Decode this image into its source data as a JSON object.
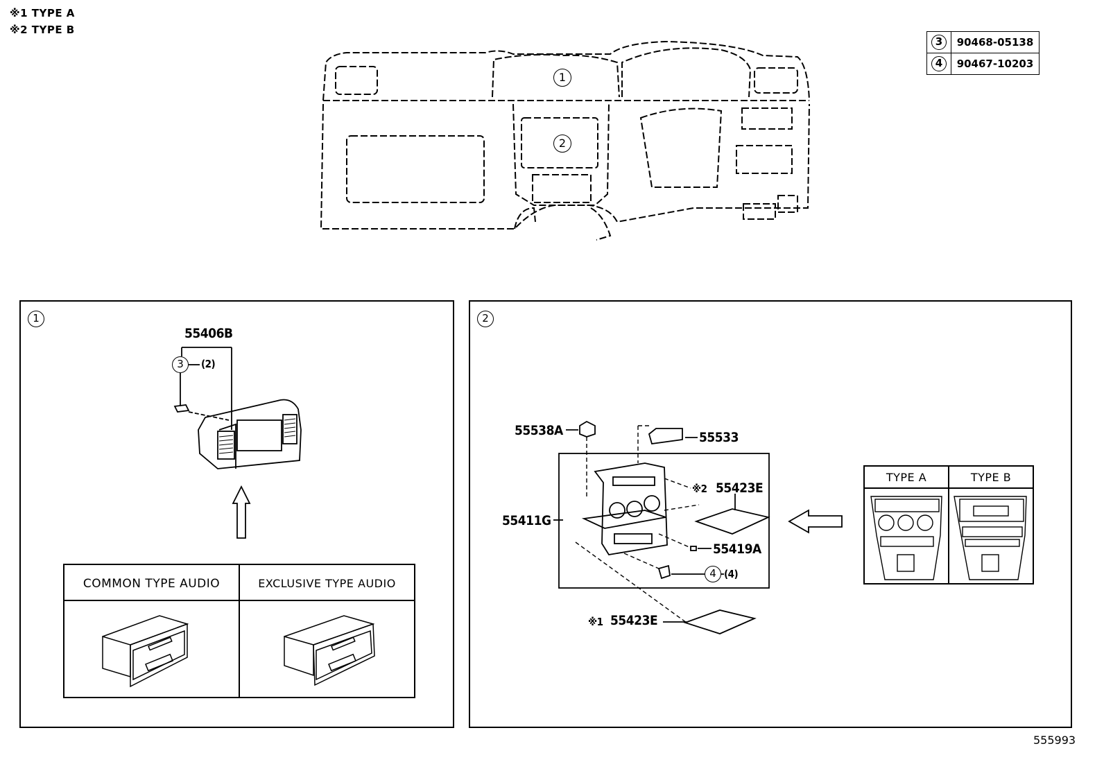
{
  "legend": {
    "note1": "※1 TYPE A",
    "note2": "※2 TYPE B"
  },
  "ref_table": [
    {
      "key": "3",
      "part": "90468-05138"
    },
    {
      "key": "4",
      "part": "90467-10203"
    }
  ],
  "overview": {
    "callout1": "1",
    "callout2": "2"
  },
  "panel1": {
    "id": "1",
    "part_main": "55406B",
    "ref_circle": "3",
    "ref_qty": "(2)",
    "audio_table": {
      "col1": "COMMON TYPE AUDIO",
      "col2": "EXCLUSIVE TYPE AUDIO"
    }
  },
  "panel2": {
    "id": "2",
    "parts": {
      "p55538a": "55538A",
      "p55533": "55533",
      "p55411g": "55411G",
      "p55423e_typeb_mark": "※2",
      "p55423e_typeb": "55423E",
      "p55419a": "55419A",
      "ref_circle": "4",
      "ref_qty": "(4)",
      "p55423e_typea_mark": "※1",
      "p55423e_typea": "55423E"
    },
    "type_table": {
      "col1": "TYPE A",
      "col2": "TYPE B"
    }
  },
  "footer_code": "555993"
}
